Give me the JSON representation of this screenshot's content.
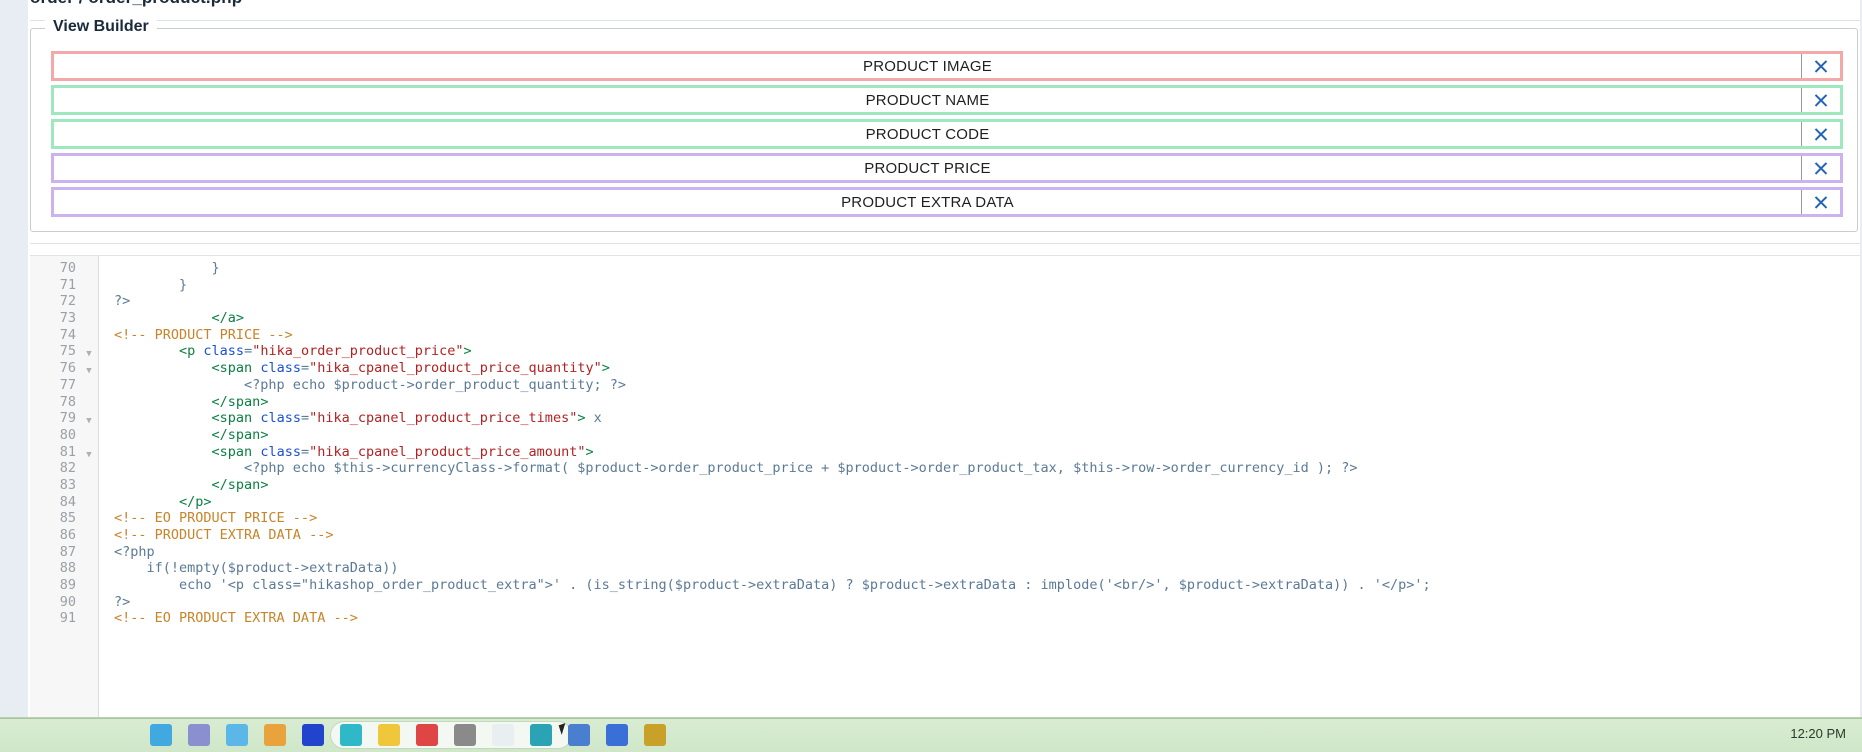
{
  "breadcrumb": "order / order_product.php",
  "view_builder": {
    "legend": "View Builder",
    "close_icon": "close-x-icon",
    "rows": [
      {
        "label": "PRODUCT IMAGE",
        "border_color": "#f3a9a9"
      },
      {
        "label": "PRODUCT NAME",
        "border_color": "#9fe8bf"
      },
      {
        "label": "PRODUCT CODE",
        "border_color": "#9fe8bf"
      },
      {
        "label": "PRODUCT PRICE",
        "border_color": "#cdb2f0"
      },
      {
        "label": "PRODUCT EXTRA DATA",
        "border_color": "#cdb2f0"
      }
    ]
  },
  "editor": {
    "lines": [
      {
        "num": "70",
        "fold": false,
        "tokens": [
          {
            "t": "            }",
            "c": "c-plain"
          }
        ]
      },
      {
        "num": "71",
        "fold": false,
        "tokens": [
          {
            "t": "        }",
            "c": "c-plain"
          }
        ]
      },
      {
        "num": "72",
        "fold": false,
        "tokens": [
          {
            "t": "?>",
            "c": "c-plain"
          }
        ]
      },
      {
        "num": "73",
        "fold": false,
        "tokens": [
          {
            "t": "            ",
            "c": "c-plain"
          },
          {
            "t": "</a>",
            "c": "c-tag"
          }
        ]
      },
      {
        "num": "74",
        "fold": false,
        "tokens": [
          {
            "t": "<!-- PRODUCT PRICE -->",
            "c": "c-comment"
          }
        ]
      },
      {
        "num": "75",
        "fold": true,
        "tokens": [
          {
            "t": "        ",
            "c": "c-plain"
          },
          {
            "t": "<p ",
            "c": "c-tag"
          },
          {
            "t": "class",
            "c": "c-attr"
          },
          {
            "t": "=",
            "c": "c-eq"
          },
          {
            "t": "\"hika_order_product_price\"",
            "c": "c-str"
          },
          {
            "t": ">",
            "c": "c-tag"
          }
        ]
      },
      {
        "num": "76",
        "fold": true,
        "tokens": [
          {
            "t": "            ",
            "c": "c-plain"
          },
          {
            "t": "<span ",
            "c": "c-tag"
          },
          {
            "t": "class",
            "c": "c-attr"
          },
          {
            "t": "=",
            "c": "c-eq"
          },
          {
            "t": "\"hika_cpanel_product_price_quantity\"",
            "c": "c-str"
          },
          {
            "t": ">",
            "c": "c-tag"
          }
        ]
      },
      {
        "num": "77",
        "fold": false,
        "tokens": [
          {
            "t": "                <?php echo $product->order_product_quantity; ?>",
            "c": "c-plain"
          }
        ]
      },
      {
        "num": "78",
        "fold": false,
        "tokens": [
          {
            "t": "            ",
            "c": "c-plain"
          },
          {
            "t": "</span>",
            "c": "c-tag"
          }
        ]
      },
      {
        "num": "79",
        "fold": true,
        "tokens": [
          {
            "t": "            ",
            "c": "c-plain"
          },
          {
            "t": "<span ",
            "c": "c-tag"
          },
          {
            "t": "class",
            "c": "c-attr"
          },
          {
            "t": "=",
            "c": "c-eq"
          },
          {
            "t": "\"hika_cpanel_product_price_times\"",
            "c": "c-str"
          },
          {
            "t": ">",
            "c": "c-tag"
          },
          {
            "t": " x",
            "c": "c-plain"
          }
        ]
      },
      {
        "num": "80",
        "fold": false,
        "tokens": [
          {
            "t": "            ",
            "c": "c-plain"
          },
          {
            "t": "</span>",
            "c": "c-tag"
          }
        ]
      },
      {
        "num": "81",
        "fold": true,
        "tokens": [
          {
            "t": "            ",
            "c": "c-plain"
          },
          {
            "t": "<span ",
            "c": "c-tag"
          },
          {
            "t": "class",
            "c": "c-attr"
          },
          {
            "t": "=",
            "c": "c-eq"
          },
          {
            "t": "\"hika_cpanel_product_price_amount\"",
            "c": "c-str"
          },
          {
            "t": ">",
            "c": "c-tag"
          }
        ]
      },
      {
        "num": "82",
        "fold": false,
        "tokens": [
          {
            "t": "                <?php echo $this->currencyClass->format( $product->order_product_price + $product->order_product_tax, $this->row->order_currency_id ); ?>",
            "c": "c-plain"
          }
        ]
      },
      {
        "num": "83",
        "fold": false,
        "tokens": [
          {
            "t": "            ",
            "c": "c-plain"
          },
          {
            "t": "</span>",
            "c": "c-tag"
          }
        ]
      },
      {
        "num": "84",
        "fold": false,
        "tokens": [
          {
            "t": "        ",
            "c": "c-plain"
          },
          {
            "t": "</p>",
            "c": "c-tag"
          }
        ]
      },
      {
        "num": "85",
        "fold": false,
        "tokens": [
          {
            "t": "<!-- EO PRODUCT PRICE -->",
            "c": "c-comment"
          }
        ]
      },
      {
        "num": "86",
        "fold": false,
        "tokens": [
          {
            "t": "<!-- PRODUCT EXTRA DATA -->",
            "c": "c-comment"
          }
        ]
      },
      {
        "num": "87",
        "fold": false,
        "tokens": [
          {
            "t": "<?php",
            "c": "c-plain"
          }
        ]
      },
      {
        "num": "88",
        "fold": false,
        "tokens": [
          {
            "t": "    if(!empty($product->extraData))",
            "c": "c-plain"
          }
        ]
      },
      {
        "num": "89",
        "fold": false,
        "tokens": [
          {
            "t": "        echo '<p class=\"hikashop_order_product_extra\">' . (is_string($product->extraData) ? $product->extraData : implode('<br/>', $product->extraData)) . '</p>';",
            "c": "c-plain"
          }
        ]
      },
      {
        "num": "90",
        "fold": false,
        "tokens": [
          {
            "t": "?>",
            "c": "c-plain"
          }
        ]
      },
      {
        "num": "91",
        "fold": false,
        "tokens": [
          {
            "t": "<!-- EO PRODUCT EXTRA DATA -->",
            "c": "c-comment"
          }
        ]
      }
    ]
  },
  "taskbar": {
    "clock": "12:20 PM",
    "icons": [
      {
        "name": "app-icon-1",
        "color": "#3fa9e0"
      },
      {
        "name": "app-icon-2",
        "color": "#8a8fd0"
      },
      {
        "name": "app-icon-3",
        "color": "#5bb7e8"
      },
      {
        "name": "app-icon-4",
        "color": "#e8a33d"
      },
      {
        "name": "app-icon-5",
        "color": "#2244cc"
      },
      {
        "name": "app-icon-6",
        "color": "#2fb8c8"
      },
      {
        "name": "app-icon-7",
        "color": "#f0c63a"
      },
      {
        "name": "app-icon-8",
        "color": "#e04545"
      },
      {
        "name": "app-icon-9",
        "color": "#8a8a8a"
      },
      {
        "name": "app-icon-10",
        "color": "#e9eef0"
      },
      {
        "name": "app-icon-11",
        "color": "#2aa3b5"
      },
      {
        "name": "app-icon-12",
        "color": "#4a7fd0"
      },
      {
        "name": "app-icon-13",
        "color": "#3a6fd8"
      },
      {
        "name": "app-icon-14",
        "color": "#c8a02a"
      }
    ]
  }
}
